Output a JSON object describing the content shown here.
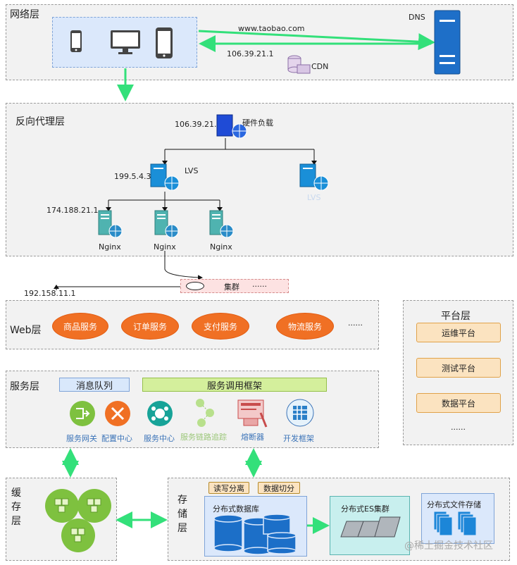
{
  "network": {
    "title": "网络层",
    "dns_label": "DNS",
    "domain": "www.taobao.com",
    "ip": "106.39.21.1",
    "cdn_label": "CDN"
  },
  "proxy": {
    "title": "反向代理层",
    "hw_ip": "106.39.21.1",
    "hw_label": "硬件负载",
    "lvs_ip": "199.5.4.3",
    "lvs_label": "LVS",
    "lvs2_label": "LVS",
    "nginx_ip": "174.188.21.1",
    "nginx_labels": [
      "Nginx",
      "Nginx",
      "Nginx"
    ]
  },
  "cluster": {
    "ip": "192.158.11.1",
    "label": "集群",
    "more": "......"
  },
  "web": {
    "title": "Web层",
    "services": [
      "商品服务",
      "订单服务",
      "支付服务",
      "物流服务"
    ],
    "more": "......"
  },
  "platform": {
    "title": "平台层",
    "items": [
      "运维平台",
      "测试平台",
      "数据平台"
    ],
    "more": "......"
  },
  "service": {
    "title": "服务层",
    "mq_label": "消息队列",
    "framework_label": "服务调用框架",
    "icons": [
      "服务网关",
      "配置中心",
      "服务中心",
      "服务链路追踪",
      "熔断器",
      "开发框架"
    ]
  },
  "cache": {
    "title": "缓\n存\n层"
  },
  "storage": {
    "title": "存\n储\n层",
    "rw_tag": "读写分离",
    "shard_tag": "数据切分",
    "db_label": "分布式数据库",
    "es_label": "分布式ES集群",
    "fs_label": "分布式文件存储"
  },
  "watermark": "@稀土掘金技术社区"
}
